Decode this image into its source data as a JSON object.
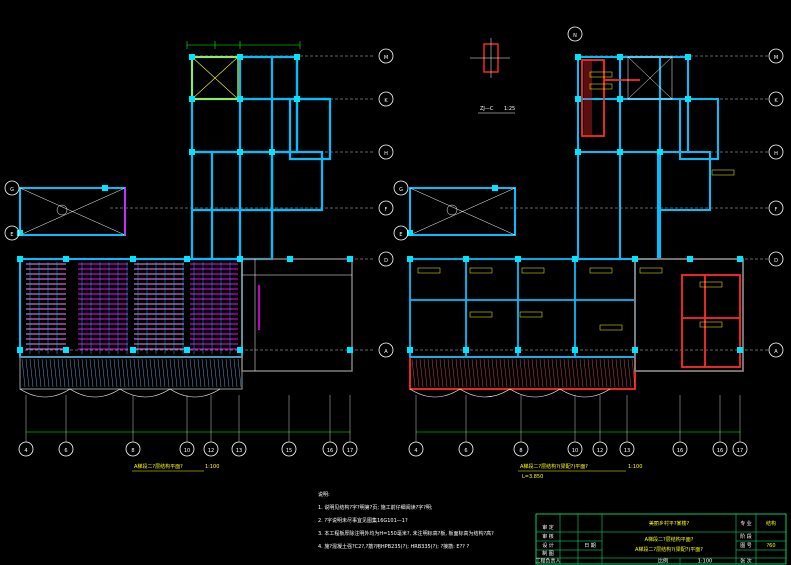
{
  "axes_left_plan": {
    "vertical": [
      "M",
      "K",
      "H",
      "F",
      "D",
      "A"
    ],
    "left": [
      "G",
      "E"
    ],
    "bottom": [
      "4",
      "6",
      "8",
      "10",
      "12",
      "13",
      "15",
      "16",
      "17"
    ]
  },
  "axes_right_plan": {
    "vertical": [
      "M",
      "K",
      "H",
      "F",
      "D",
      "A"
    ],
    "left": [
      "G",
      "E"
    ],
    "bottom": [
      "4",
      "6",
      "8",
      "10",
      "12",
      "13",
      "16",
      "16",
      "17"
    ],
    "top": [
      "N"
    ]
  },
  "left_plan_title": "A梯段二?层结构平面?",
  "left_plan_scale": "1:100",
  "right_plan_title": "A梯段二?层结构?(梁配?)平面?",
  "right_plan_scale": "1:100",
  "right_plan_subtitle": "L=3.850",
  "detail": {
    "title": "ZJ—C",
    "scale": "1:25"
  },
  "notes": {
    "heading": "说明:",
    "items": [
      "1. 说明见结构?字?明第?页; 施工前仔细阅读?字?明;",
      "2. ?字说明未尽事宜见图集16G101—1?",
      "3. 本工程板厚除注明外均为H=150毫米?, 未注明标高?板, 板面标高为结构?高?",
      "4. 施?混凝土强?C2?,?筋?用HPB235(?); HRB335(?); ?接筋: E?? ?"
    ]
  },
  "title_block": {
    "project": "美丽乡村平?某楼?",
    "drawing_title_1": "A梯段二?层结构平面?",
    "drawing_title_2": "A梯段二?层结构?(梁配?)平面?",
    "field_a": "专 业",
    "field_a_val": "结构",
    "field_b": "阶 段",
    "field_c": "图 号",
    "field_c_val": "?60",
    "scale_label": "比例",
    "scale_value": "1:100",
    "left_rows": [
      "审 定",
      "审 核",
      "设 计",
      "制 图",
      "工程负责人"
    ],
    "date_label": "日 期",
    "sheet_label": "张 次"
  },
  "colors": {
    "grid": "#ffffff",
    "axis_bubble": "#ffffff",
    "beam": "#00bfff",
    "wall": "#7f7f7f",
    "rebar": "#ff00ff",
    "section": "#ff2a2a",
    "text": "#ffff00",
    "dim": "#00ff00",
    "border": "#00ff7f"
  }
}
